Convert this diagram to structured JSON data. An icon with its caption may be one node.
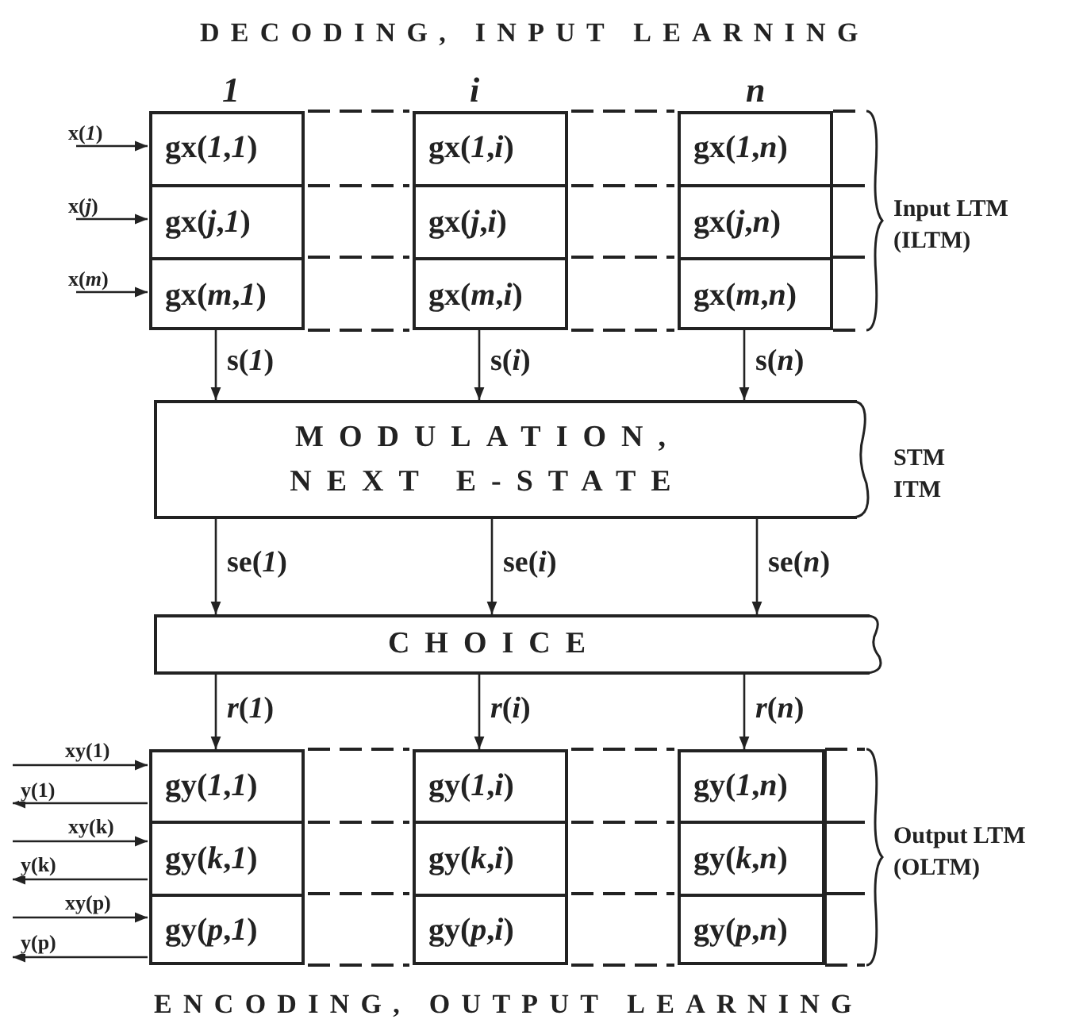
{
  "diagram": {
    "title": "DECODING, INPUT LEARNING",
    "caption": "ENCODING, OUTPUT LEARNING",
    "nodes": [
      {
        "text": [],
        "shape": "box"
      },
      {
        "text": [
          "gx(*1*,*1*)"
        ],
        "in": 0
      },
      {
        "text": [
          "gx(*j*,*1*)"
        ],
        "in": 0
      },
      {
        "text": [
          "gx(*m*,*1*)"
        ],
        "in": 0
      },
      {
        "text": [],
        "shape": "box"
      },
      {
        "text": [
          "gx(*1*,*i*)"
        ],
        "in": 4
      },
      {
        "text": [
          "gx(*j*,*i*)"
        ],
        "in": 4
      },
      {
        "text": [
          "gx(*m*,*i*)"
        ],
        "in": 4
      },
      {
        "text": [],
        "shape": "box"
      },
      {
        "text": [
          "gx(*1*,*n*)"
        ],
        "in": 8
      },
      {
        "text": [
          "gx(*j*,*n*)"
        ],
        "in": 8
      },
      {
        "text": [
          "gx(*m*,*n*)"
        ],
        "in": 8
      },
      {
        "text": [
          "MODULATION, NEXT E-STATE"
        ]
      },
      {
        "text": [
          "CHOICE"
        ]
      },
      {
        "text": [],
        "shape": "box"
      },
      {
        "text": [
          "gy(*1*,*1*)"
        ],
        "in": 14
      },
      {
        "text": [
          "gy(*k*,*1*)"
        ],
        "in": 14
      },
      {
        "text": [
          "gy(*p*,*1*)"
        ],
        "in": 14
      },
      {
        "text": [],
        "shape": "box"
      },
      {
        "text": [
          "gy(*1*,*i*)"
        ],
        "in": 18
      },
      {
        "text": [
          "gy(*k*,*i*)"
        ],
        "in": 18
      },
      {
        "text": [
          "gy(*p*,*i*)"
        ],
        "in": 18
      },
      {
        "text": [],
        "shape": "box"
      },
      {
        "text": [
          "gy(*1*,*n*)"
        ],
        "in": 22
      },
      {
        "text": [
          "gy(*k*,*n*)"
        ],
        "in": 22
      },
      {
        "text": [
          "gy(*p*,*n*)"
        ],
        "in": 22
      }
    ],
    "edges": [
      {
        "from": null,
        "to": 1,
        "arrow": "to",
        "label": "x(*1*)"
      },
      {
        "from": null,
        "to": 2,
        "arrow": "to",
        "label": "x(*j*)"
      },
      {
        "from": null,
        "to": 3,
        "arrow": "to",
        "label": "x(*m*)"
      },
      {
        "from": 0,
        "to": 12,
        "arrow": "to",
        "label": "s(*1*)"
      },
      {
        "from": 4,
        "to": 12,
        "arrow": "to",
        "label": "s(*i*)"
      },
      {
        "from": 8,
        "to": 12,
        "arrow": "to",
        "label": "s(*n*)"
      },
      {
        "from": 12,
        "to": 13,
        "arrow": "to",
        "label": "se(*1*)"
      },
      {
        "from": 12,
        "to": 13,
        "arrow": "to",
        "label": "se(*i*)"
      },
      {
        "from": 12,
        "to": 13,
        "arrow": "to",
        "label": "se(*n*)"
      },
      {
        "from": 13,
        "to": 14,
        "arrow": "to",
        "label": "*r*(*1*)"
      },
      {
        "from": 13,
        "to": 18,
        "arrow": "to",
        "label": "*r*(*i*)"
      },
      {
        "from": 13,
        "to": 22,
        "arrow": "to",
        "label": "*r*(*n*)"
      },
      {
        "from": null,
        "to": 15,
        "arrow": "to",
        "label": "xy(1)"
      },
      {
        "from": 15,
        "to": null,
        "arrow": "to",
        "label": "y(1)"
      },
      {
        "from": null,
        "to": 16,
        "arrow": "to",
        "label": "xy(k)"
      },
      {
        "from": 16,
        "to": null,
        "arrow": "to",
        "label": "y(k)"
      },
      {
        "from": null,
        "to": 17,
        "arrow": "to",
        "label": "xy(p)"
      },
      {
        "from": 17,
        "to": null,
        "arrow": "to",
        "label": "y(p)"
      }
    ],
    "labels": [
      "1",
      "i",
      "n",
      "Input LTM (ILTM)",
      "STM ITM",
      "Output LTM (OLTM)"
    ]
  }
}
